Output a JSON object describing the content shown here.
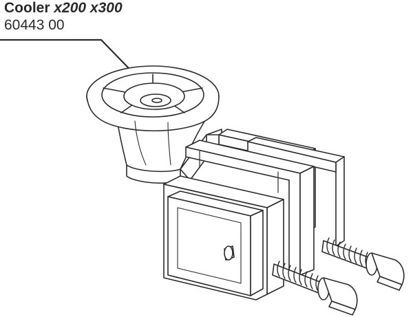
{
  "label": {
    "name": "Cooler",
    "models": "x200 x300",
    "part_number": "60443 00"
  },
  "colors": {
    "ink": "#2a2a2a",
    "fill": "#ffffff"
  }
}
